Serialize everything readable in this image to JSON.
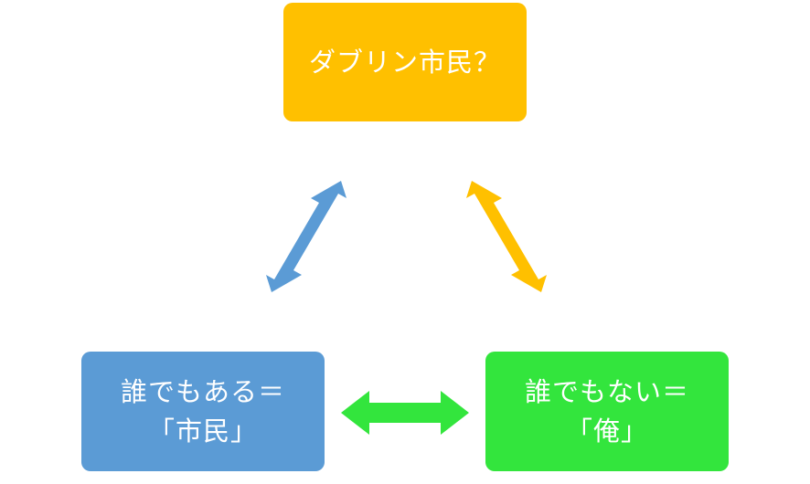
{
  "nodes": {
    "top": {
      "text": "ダブリン市民？",
      "color": "#FFC000"
    },
    "left": {
      "line1": "誰でもある＝",
      "line2": "「市民」",
      "color": "#5B9BD5"
    },
    "right": {
      "line1": "誰でもない＝",
      "line2": "「俺」",
      "color": "#33E53D"
    }
  },
  "arrows": {
    "left_top_color": "#5B9BD5",
    "top_right_color": "#FFC000",
    "left_right_color": "#33E53D"
  }
}
